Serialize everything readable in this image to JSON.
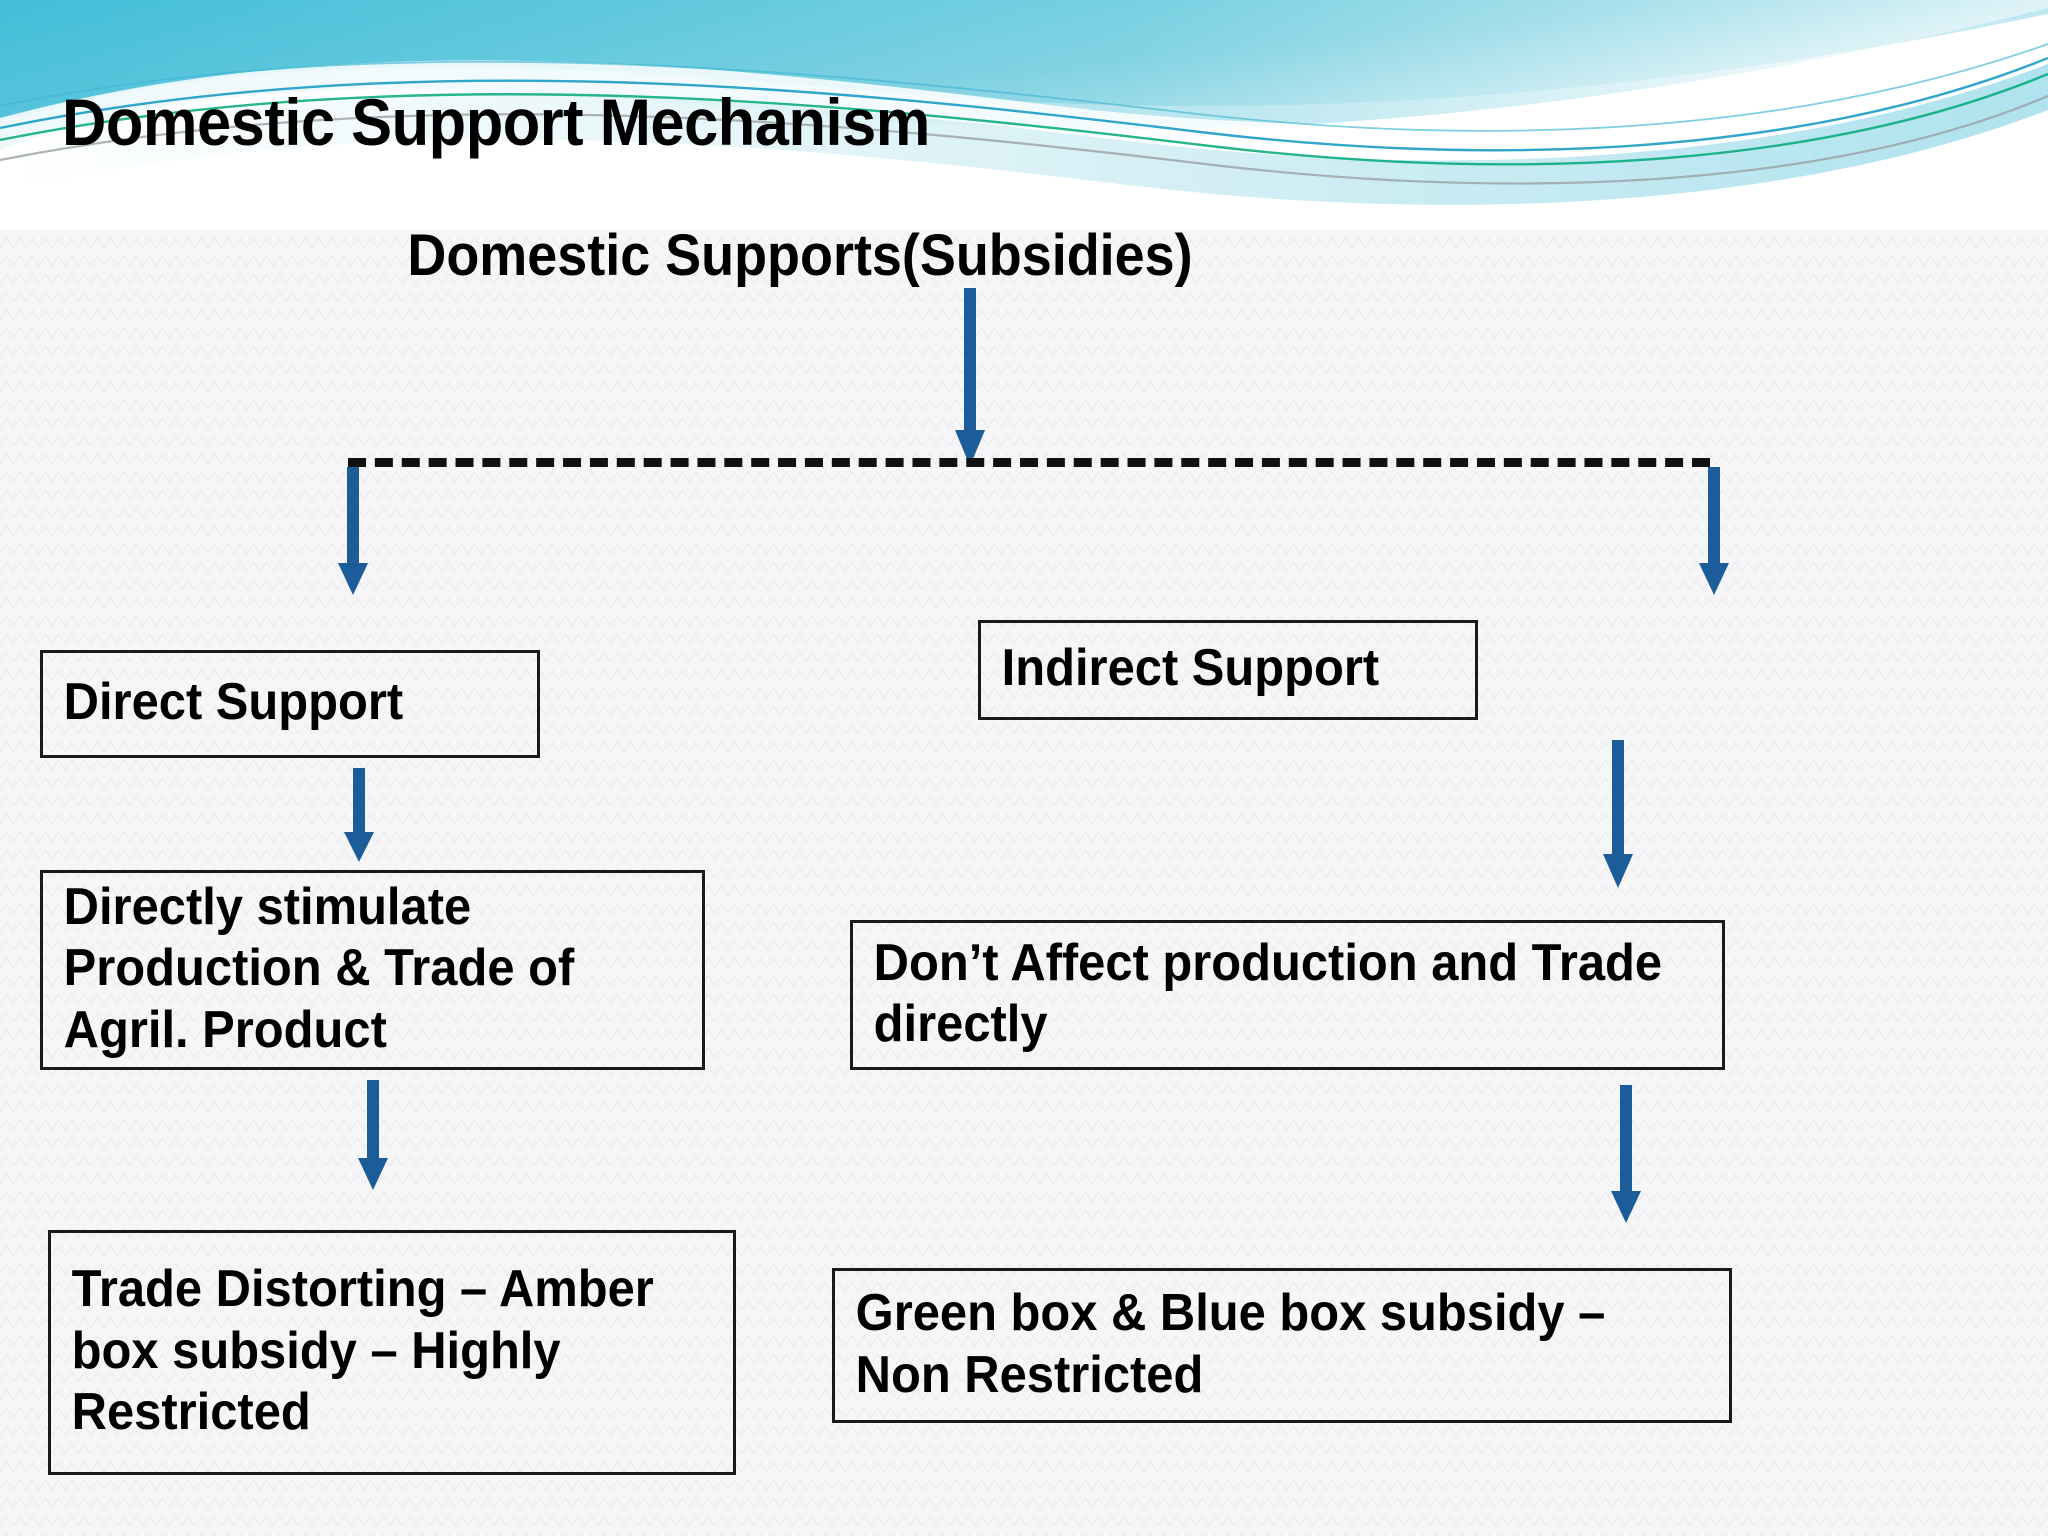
{
  "slide": {
    "title": "Domestic Support Mechanism",
    "subtitle": "Domestic Supports(Subsidies)",
    "background_color": "#f6f6f8",
    "accent_wave_colors": [
      "#4fc3d9",
      "#6ec9dd",
      "#1b9cc4",
      "#00a878",
      "#9aa0a4"
    ],
    "arrow_color": "#1b5c99",
    "connector_color": "#111111",
    "box_border_color": "#1a1a1a",
    "text_color": "#000000"
  },
  "diagram": {
    "type": "flowchart",
    "root": {
      "label": "Domestic Supports(Subsidies)"
    },
    "branches": [
      {
        "side": "left",
        "nodes": [
          {
            "id": "direct-support",
            "label": "Direct Support"
          },
          {
            "id": "directly-stimulate",
            "label": "Directly stimulate Production & Trade of Agril. Product"
          },
          {
            "id": "trade-distorting",
            "label": "Trade Distorting – Amber box subsidy – Highly Restricted"
          }
        ]
      },
      {
        "side": "right",
        "nodes": [
          {
            "id": "indirect-support",
            "label": "Indirect Support"
          },
          {
            "id": "dont-affect",
            "label": "Don’t Affect production and Trade directly"
          },
          {
            "id": "green-blue",
            "label": "Green box & Blue box subsidy – Non Restricted"
          }
        ]
      }
    ],
    "connectors": [
      {
        "name": "root-down-arrow",
        "from": "root",
        "to": "split-line"
      },
      {
        "name": "split-dashed-line",
        "from": "split-line-left",
        "to": "split-line-right"
      },
      {
        "name": "left-branch-arrow",
        "from": "split-line",
        "to": "direct-support"
      },
      {
        "name": "right-branch-arrow",
        "from": "split-line",
        "to": "indirect-support"
      },
      {
        "name": "left-arrow-2",
        "from": "direct-support",
        "to": "directly-stimulate"
      },
      {
        "name": "left-arrow-3",
        "from": "directly-stimulate",
        "to": "trade-distorting"
      },
      {
        "name": "right-arrow-2",
        "from": "indirect-support",
        "to": "dont-affect"
      },
      {
        "name": "right-arrow-3",
        "from": "dont-affect",
        "to": "green-blue"
      }
    ]
  }
}
